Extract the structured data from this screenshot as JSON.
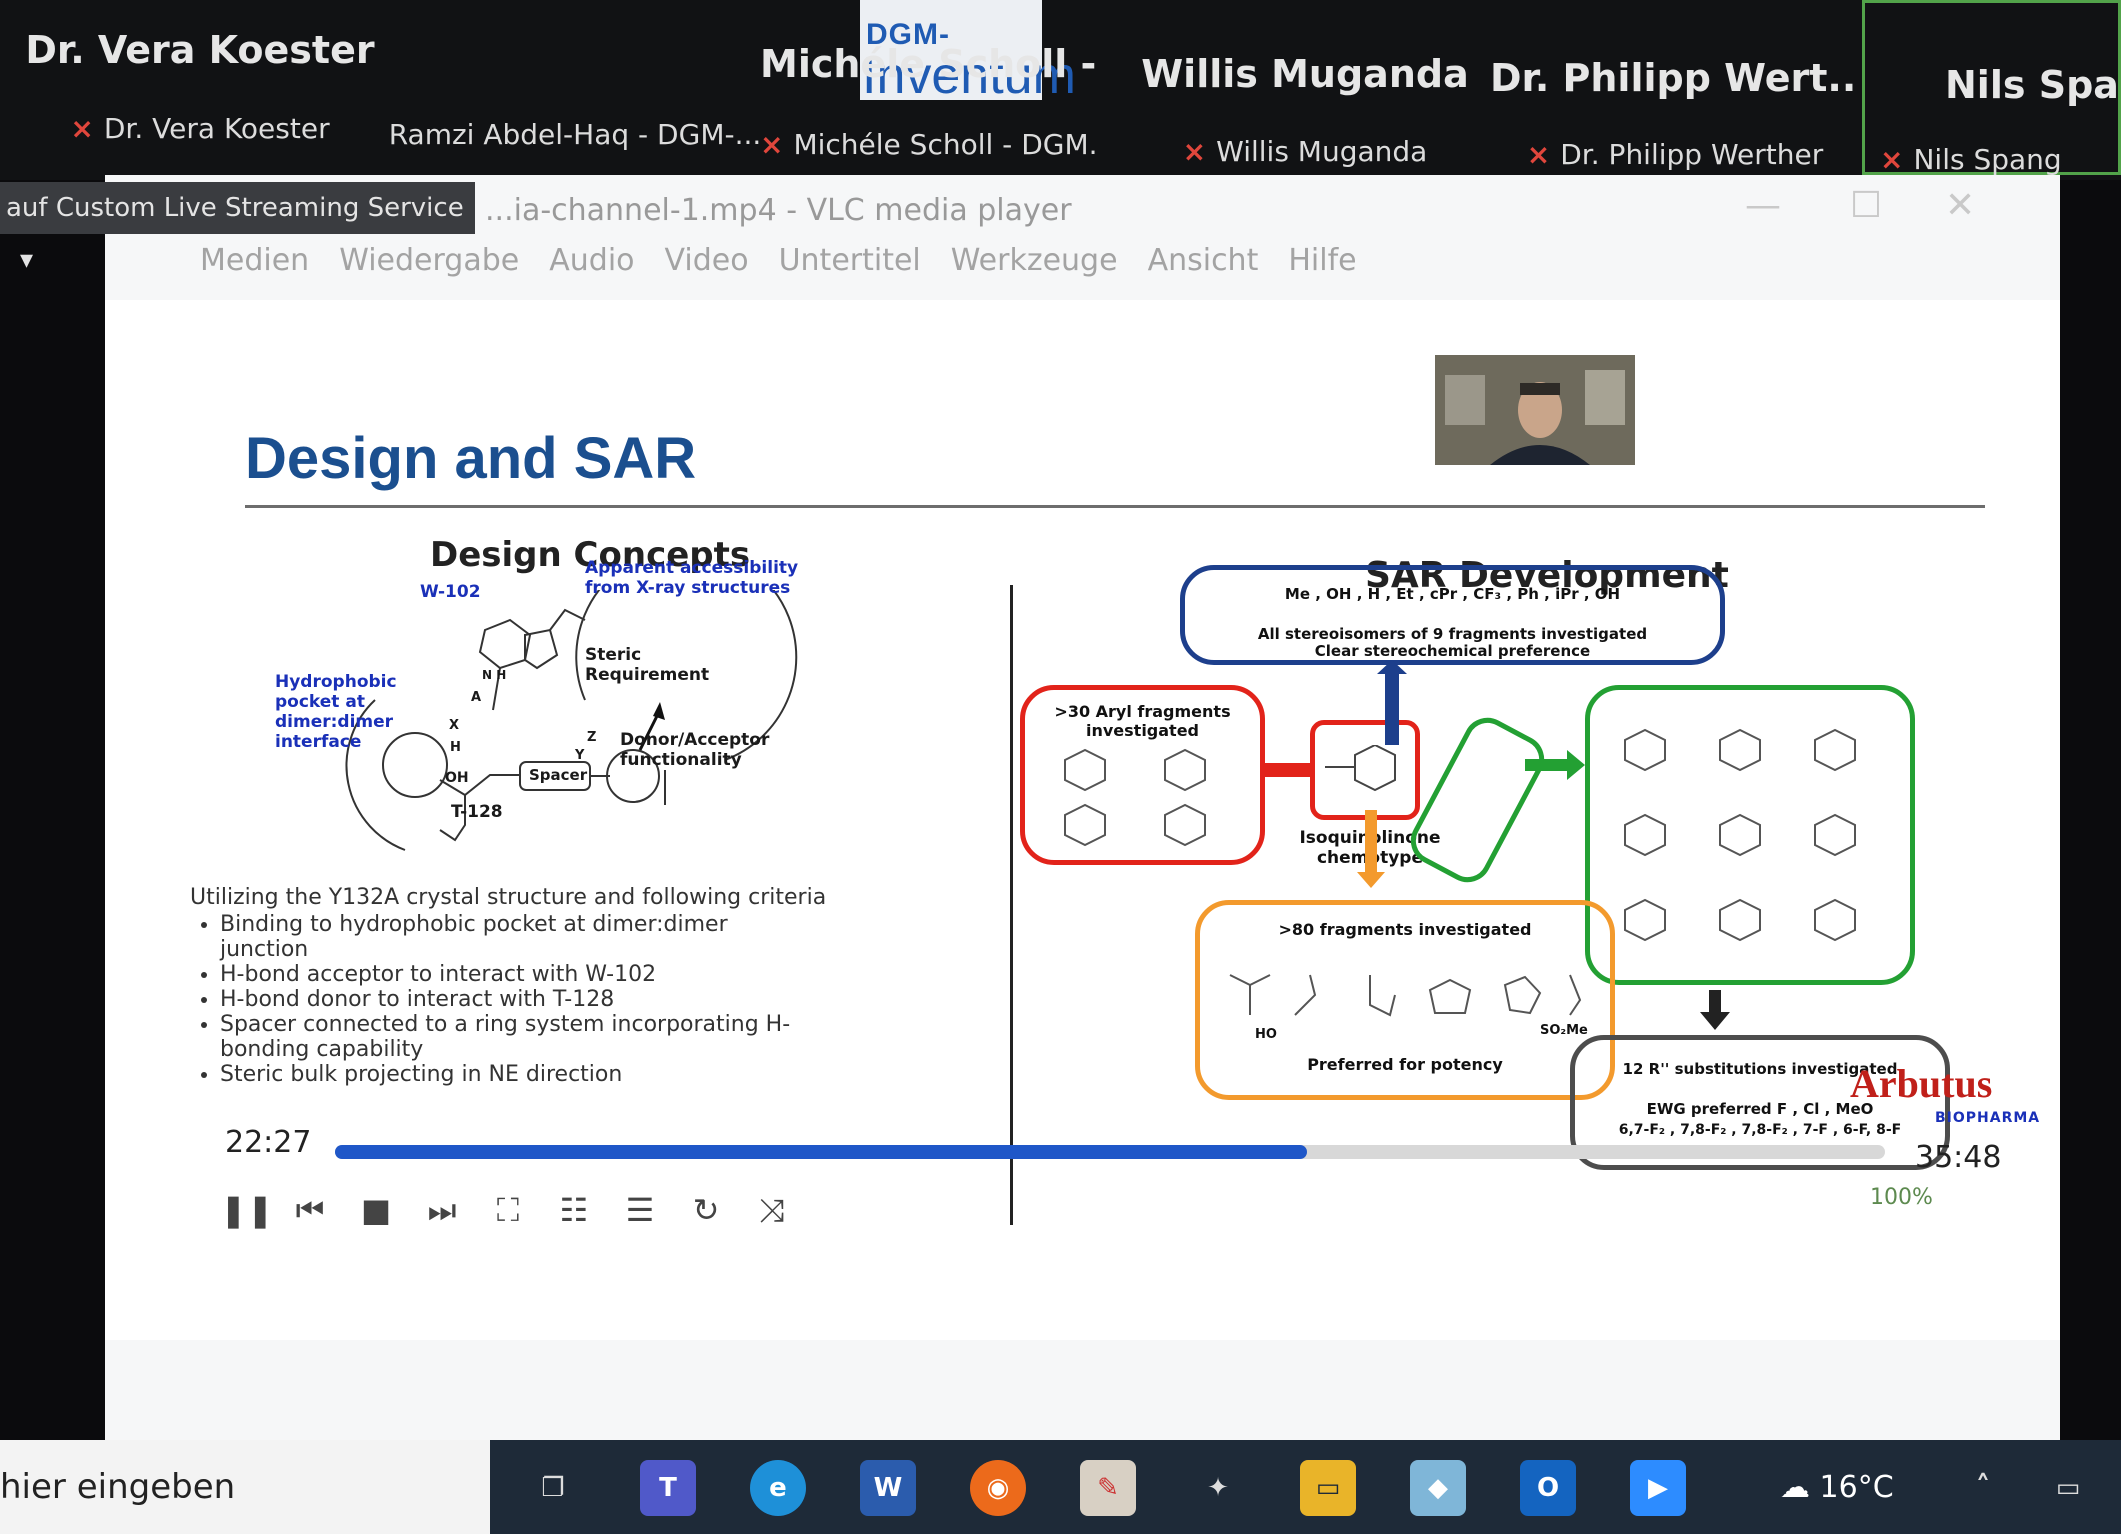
{
  "participants": [
    {
      "name": "Dr. Vera Koester",
      "label": "Dr. Vera Koester"
    },
    {
      "name": "",
      "label": "Ramzi Abdel-Haq - DGM-..."
    },
    {
      "name": "Michéle Scholl -...",
      "label": "Michéle Scholl - DGM..."
    },
    {
      "name": "Willis Muganda",
      "label": "Willis Muganda"
    },
    {
      "name": "Dr. Philipp Wert...",
      "label": "Dr. Philipp Werther"
    },
    {
      "name": "Nils Span",
      "label": "Nils Spang"
    }
  ],
  "dgm_logo": {
    "line1": "DGM-",
    "line2": "Inventum"
  },
  "live_stream": {
    "label": "auf Custom Live Streaming Service",
    "arrow": "▾"
  },
  "vlc": {
    "title": "...ia-channel-1.mp4 - VLC media player",
    "menu": [
      "Medien",
      "Wiedergabe",
      "Audio",
      "Video",
      "Untertitel",
      "Werkzeuge",
      "Ansicht",
      "Hilfe"
    ]
  },
  "slide": {
    "title": "Design and SAR",
    "design_heading": "Design Concepts",
    "sar_heading": "SAR Development",
    "concept_labels": {
      "w102": "W-102",
      "accessibility": "Apparent accessibility from X-ray structures",
      "hydrophobic": "Hydrophobic pocket at dimer:dimer interface",
      "steric": "Steric Requirement",
      "spacer": "Spacer",
      "donor_acceptor": "Donor/Acceptor functionality",
      "t128": "T-128",
      "oh": "OH",
      "nh": "N H",
      "a": "A",
      "x": "X",
      "h": "H",
      "z": "Z",
      "y": "Y"
    },
    "criteria_intro": "Utilizing the Y132A crystal structure and following criteria",
    "criteria": [
      "Binding to hydrophobic pocket at dimer:dimer junction",
      "H-bond acceptor to interact with W-102",
      "H-bond donor to interact with T-128",
      "Spacer connected to a ring system incorporating H-bonding capability",
      "Steric bulk projecting in NE direction"
    ],
    "sar_boxes": {
      "blue_line": "Me , OH , H , Et , cPr , CF₃ , Ph , iPr , OH",
      "blue_line2": "All stereoisomers of 9 fragments investigated",
      "blue_line3": "Clear stereochemical preference",
      "red": ">30 Aryl fragments investigated",
      "core": "Isoquinolinone chemotype",
      "orange": ">80 fragments investigated",
      "orange_bottom": "Preferred for potency",
      "orange_ho": "HO",
      "orange_so2me": "SO₂Me",
      "grey_title": "12 R'' substitutions investigated",
      "grey_line2": "EWG preferred  F , Cl , MeO",
      "grey_line3": "6,7-F₂ , 7,8-F₂ , 7,8-F₂ , 7-F , 6-F, 8-F"
    },
    "logo": {
      "name": "Arbutus",
      "sub": "BIOPHARMA"
    }
  },
  "player": {
    "time_current": "22:27",
    "time_total": "35:48",
    "progress": 0.627,
    "volume": "100%",
    "controls": [
      "pause",
      "prev",
      "stop",
      "next",
      "fullscreen",
      "extended",
      "playlist",
      "loop",
      "shuffle"
    ]
  },
  "taskbar": {
    "search_placeholder": "hier eingeben",
    "weather": "16°C"
  },
  "colors": {
    "accent_blue": "#1f57c8",
    "slide_title": "#1b4f8f",
    "box_blue": "#1d3f8c",
    "box_red": "#e2231a",
    "box_green": "#23a033",
    "box_orange": "#f39a2d",
    "box_grey": "#4d4d4d",
    "zoom_active": "#52a34a"
  }
}
